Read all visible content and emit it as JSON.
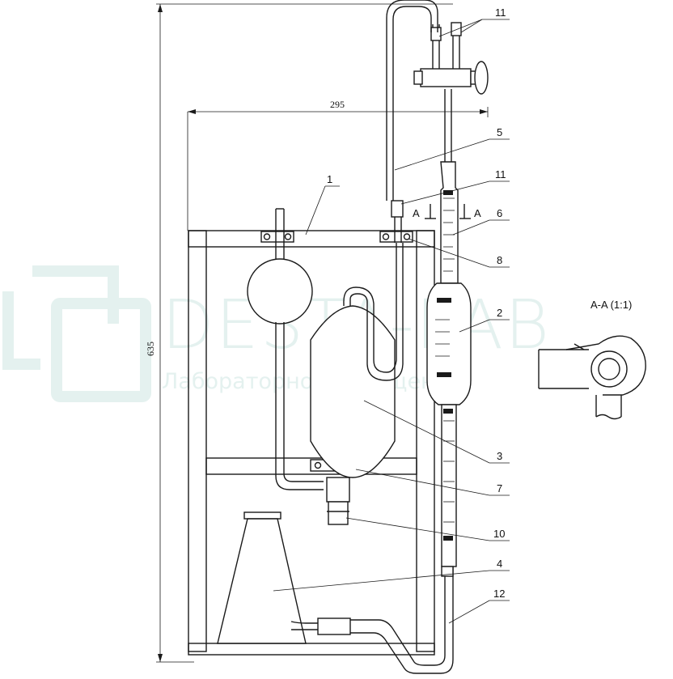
{
  "watermark": {
    "name": "DESTA-LAB",
    "tagline": "Лабораторное оснащение"
  },
  "dimensions": {
    "width": "295",
    "height": "635"
  },
  "section": {
    "title": "A-A (1:1)",
    "marker_left": "A",
    "marker_right": "A"
  },
  "callouts": [
    "1",
    "2",
    "3",
    "4",
    "5",
    "6",
    "7",
    "8",
    "10",
    "11",
    "11",
    "12"
  ],
  "colors": {
    "line": "#1a1a1a",
    "watermark": "#cfe6e2"
  }
}
